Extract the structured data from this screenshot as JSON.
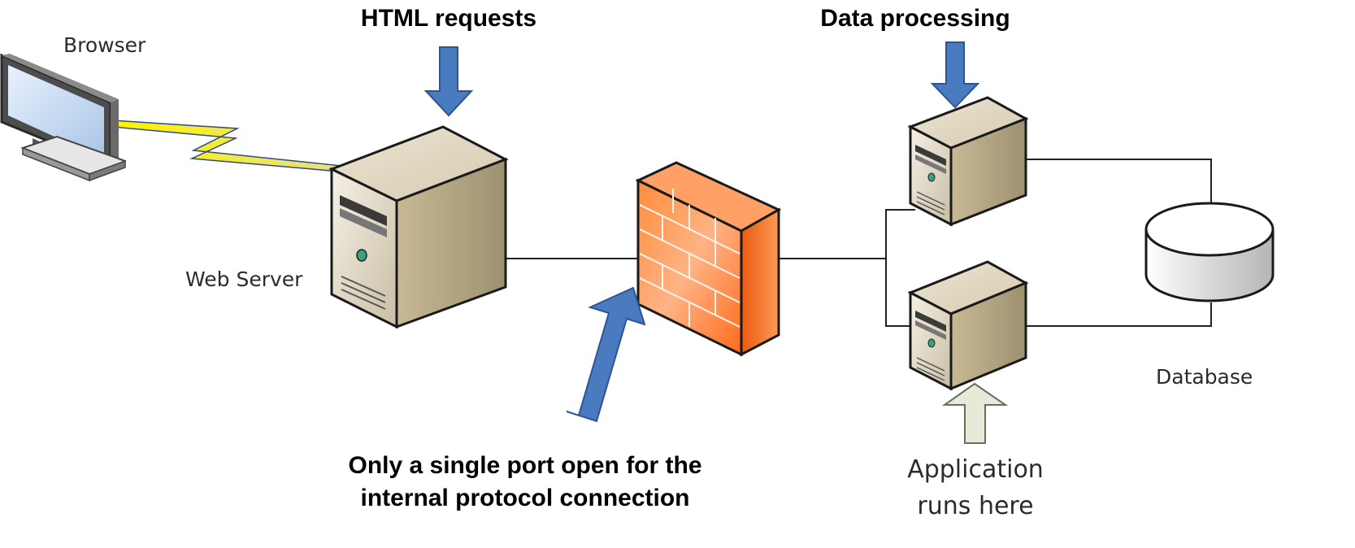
{
  "labels": {
    "browser": "Browser",
    "web_server": "Web Server",
    "database": "Database",
    "html_requests": "HTML requests",
    "data_processing": "Data processing",
    "firewall_note_line1": "Only a single port open for the",
    "firewall_note_line2": "internal protocol connection",
    "app_note_line1": "Application",
    "app_note_line2": "runs here"
  },
  "icons": {
    "browser": "monitor-icon",
    "web_server": "server-tower-icon",
    "firewall": "brick-firewall-icon",
    "app_server_top": "server-tower-icon",
    "app_server_bottom": "server-tower-icon",
    "database": "database-cylinder-icon"
  },
  "colors": {
    "arrow_blue": "#4a7bc0",
    "arrow_light": "#e6ead8",
    "firewall_orange": "#ff7a2a",
    "lightning_yellow": "#f6ee1e",
    "server_beige": "#dcd1bb"
  }
}
